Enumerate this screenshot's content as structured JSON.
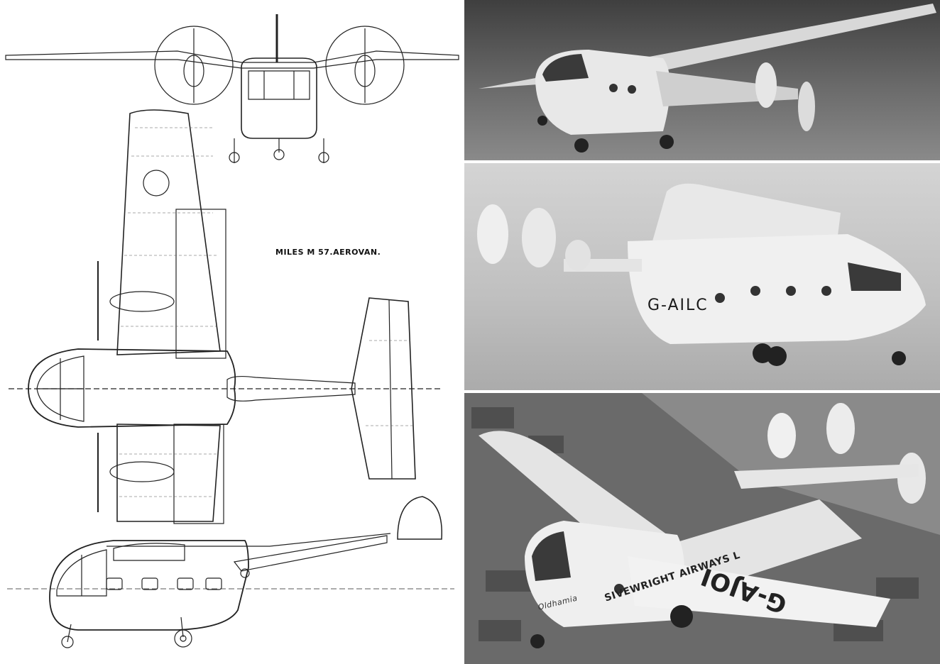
{
  "drawing": {
    "title": "MILES M 57.AEROVAN."
  },
  "photos": {
    "middle": {
      "registration": "G-AILC"
    },
    "bottom": {
      "registration": "G-AJOI",
      "airline": "SIVEWRIGHT AIRWAYS L",
      "aircraft_name": "Oldhamia"
    }
  },
  "colors": {
    "line": "#222222",
    "panel_separator": "#ffffff"
  }
}
